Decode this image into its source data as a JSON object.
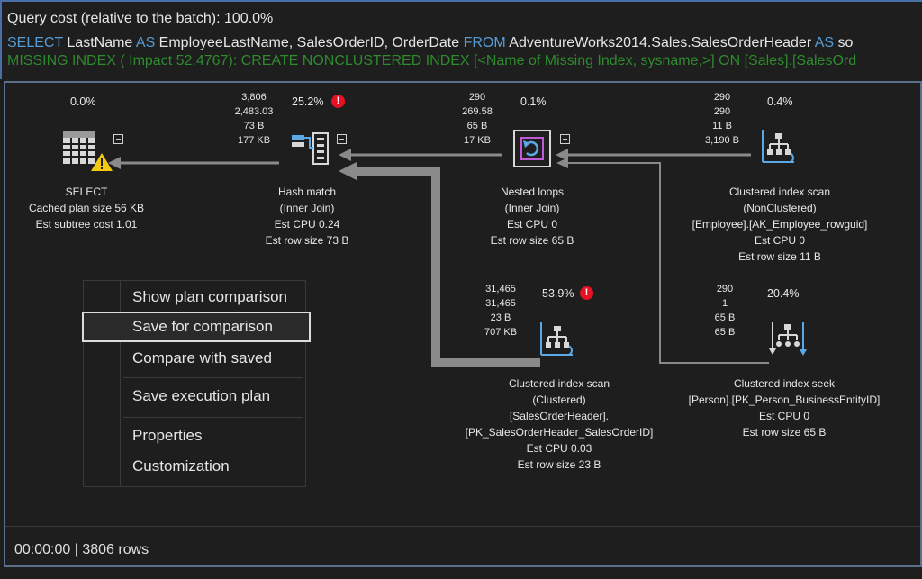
{
  "header": {
    "query_cost": "Query cost (relative to the batch):  100.0%",
    "sql": [
      {
        "t": "SELECT",
        "k": true
      },
      {
        "t": " LastName ",
        "k": false
      },
      {
        "t": "AS",
        "k": true
      },
      {
        "t": " EmployeeLastName, SalesOrderID, OrderDate ",
        "k": false
      },
      {
        "t": "FROM",
        "k": true
      },
      {
        "t": " AdventureWorks2014.Sales.SalesOrderHeader ",
        "k": false
      },
      {
        "t": "AS",
        "k": true
      },
      {
        "t": " so",
        "k": false
      }
    ],
    "missing_index": "MISSING INDEX ( Impact 52.4767): CREATE NONCLUSTERED INDEX [<Name of Missing Index, sysname,>] ON [Sales].[SalesOrd"
  },
  "nodes": {
    "select": {
      "pct": "0.0%",
      "name": "SELECT",
      "lines": [
        "Cached plan size  56 KB",
        "Est subtree cost  1.01"
      ]
    },
    "hash_match": {
      "stats": [
        "3,806",
        "2,483.03",
        "73 B",
        "177 KB"
      ],
      "pct": "25.2%",
      "name": "Hash match",
      "lines": [
        "(Inner Join)",
        "Est CPU  0.24",
        "Est row size  73 B"
      ]
    },
    "nested_loops": {
      "stats": [
        "290",
        "269.58",
        "65 B",
        "17 KB"
      ],
      "pct": "0.1%",
      "name": "Nested loops",
      "lines": [
        "(Inner Join)",
        "Est CPU  0",
        "Est row size  65 B"
      ]
    },
    "ci_scan_emp": {
      "stats": [
        "290",
        "290",
        "11 B",
        "3,190 B"
      ],
      "pct": "0.4%",
      "name": "Clustered index scan",
      "lines": [
        "(NonClustered)",
        "[Employee].[AK_Employee_rowguid]",
        "Est CPU  0",
        "Est row size  11 B"
      ]
    },
    "ci_scan_soh": {
      "stats": [
        "31,465",
        "31,465",
        "23 B",
        "707 KB"
      ],
      "pct": "53.9%",
      "name": "Clustered index scan",
      "lines": [
        "(Clustered)",
        "[SalesOrderHeader].",
        "[PK_SalesOrderHeader_SalesOrderID]",
        "Est CPU  0.03",
        "Est row size  23 B"
      ]
    },
    "ci_seek": {
      "stats": [
        "290",
        "1",
        "65 B",
        "65 B"
      ],
      "pct": "20.4%",
      "name": "Clustered index seek",
      "lines": [
        "[Person].[PK_Person_BusinessEntityID]",
        "Est CPU  0",
        "Est row size  65 B"
      ]
    }
  },
  "menu": {
    "items": [
      "Show plan comparison",
      "Save for comparison",
      "Compare with saved",
      "Save execution plan",
      "Properties",
      "Customization"
    ]
  },
  "status": {
    "text": "00:00:00 | 3806 rows"
  },
  "colors": {
    "keyword": "#569cd6",
    "missing_index": "#2e8b2e",
    "warning": "#e81123",
    "icon_blue": "#5aa9e6"
  }
}
